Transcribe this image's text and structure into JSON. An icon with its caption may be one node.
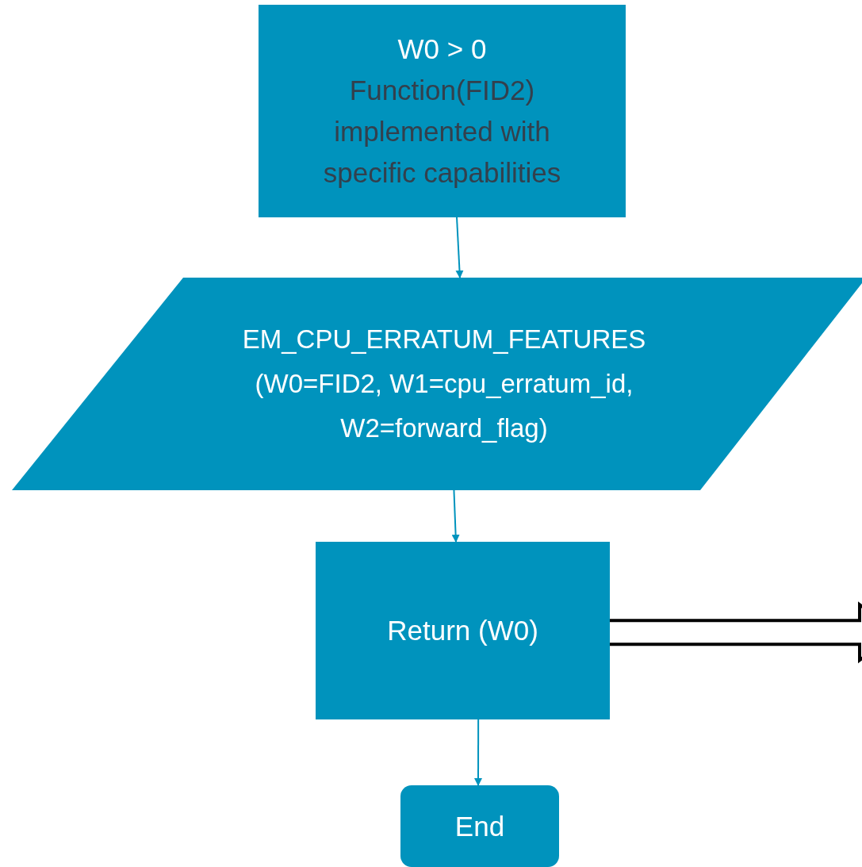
{
  "diagram": {
    "nodes": [
      {
        "text": [
          "W0 > 0",
          "Function(FID2) implemented with specific capabilities"
        ]
      },
      {
        "text": [
          "EM_CPU_ERRATUM_FEATURES (W0=FID2, W1=cpu_erratum_id, W2=forward_flag)"
        ]
      },
      {
        "text": [
          "Return (W0)"
        ]
      },
      {
        "text": [
          "End"
        ]
      }
    ],
    "edges": [
      {
        "from": 0,
        "to": 1,
        "arrow": "to"
      },
      {
        "from": 1,
        "to": 2,
        "arrow": "to"
      },
      {
        "from": 2,
        "to": 3,
        "arrow": "to"
      },
      {
        "from": 2,
        "to": null,
        "arrow": "to",
        "style": "thick",
        "color": "#000000"
      }
    ]
  }
}
